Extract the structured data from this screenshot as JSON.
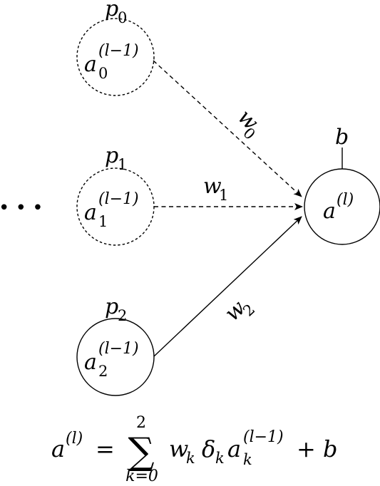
{
  "nodes": {
    "input_0": {
      "label_base": "a",
      "label_sup": "(l−1)",
      "label_sub": "0",
      "prob_base": "p",
      "prob_sub": "0",
      "style": "dashed"
    },
    "input_1": {
      "label_base": "a",
      "label_sup": "(l−1)",
      "label_sub": "1",
      "prob_base": "p",
      "prob_sub": "1",
      "style": "dashed"
    },
    "input_2": {
      "label_base": "a",
      "label_sup": "(l−1)",
      "label_sub": "2",
      "prob_base": "p",
      "prob_sub": "2",
      "style": "solid"
    },
    "output": {
      "label_base": "a",
      "label_sup": "(l)",
      "bias_label": "b"
    }
  },
  "edges": {
    "w0": {
      "base": "w",
      "sub": "0",
      "style": "dashed"
    },
    "w1": {
      "base": "w",
      "sub": "1",
      "style": "dashed"
    },
    "w2": {
      "base": "w",
      "sub": "2",
      "style": "solid"
    }
  },
  "ellipsis": "• • •",
  "formula": {
    "lhs_base": "a",
    "lhs_sup": "(l)",
    "equals": "=",
    "sum_symbol": "∑",
    "sum_upper": "2",
    "sum_lower": "k=0",
    "w": "w",
    "w_sub": "k",
    "delta": "δ",
    "delta_sub": "k",
    "a": "a",
    "a_sup": "(l−1)",
    "a_sub": "k",
    "plus": "+",
    "b": "b"
  },
  "colors": {
    "ink": "#000000",
    "background": "#ffffff"
  }
}
